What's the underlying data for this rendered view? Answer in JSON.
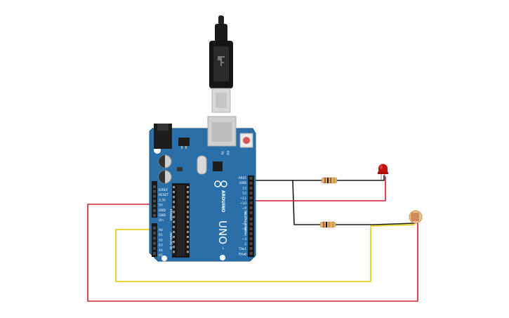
{
  "board": {
    "brand": "ARDUINO",
    "model": "UNO",
    "power_header_label": "POWER",
    "analog_header_label": "ANALOG IN",
    "digital_header_label": "DIGITAL (PWM~)",
    "tx_label": "TX",
    "rx_label": "RX",
    "led_l_label": "L",
    "color": "#2a6fa8",
    "power_pins": [
      "IOREF",
      "RESET",
      "3.3V",
      "5V",
      "GND",
      "GND",
      "Vin"
    ],
    "analog_pins": [
      "A0",
      "A1",
      "A2",
      "A3",
      "A4",
      "A5"
    ],
    "digital_top_pins": [
      "AREF",
      "GND",
      "13",
      "12",
      "~11",
      "~10",
      "~9",
      "8"
    ],
    "digital_bottom_pins": [
      "7",
      "~6",
      "~5",
      "4",
      "~3",
      "2",
      "TX▸1",
      "RX◂0"
    ]
  },
  "components": {
    "led_color": "#c01010",
    "resistor_color": "#d9b27a",
    "ldr_color": "#e9c08a"
  },
  "wires": {
    "red": "#d0202a",
    "yellow": "#e8cf1c",
    "black": "#1a1a1a"
  }
}
